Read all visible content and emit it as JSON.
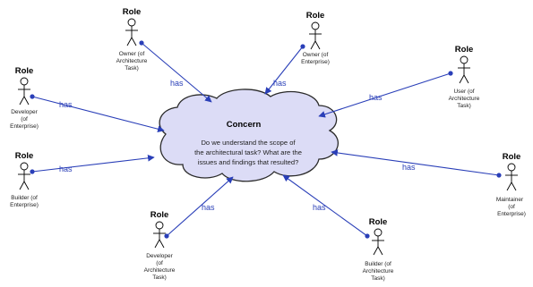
{
  "concern": {
    "title": "Concern",
    "lines": [
      "Do we understand the scope of",
      "the architectural task? What are the",
      "issues and findings that resulted?"
    ]
  },
  "roles": [
    {
      "id": "owner-task",
      "title": "Role",
      "desc": [
        "Owner (of",
        "Architecture",
        "Task)"
      ],
      "relation": "has"
    },
    {
      "id": "owner-enterprise",
      "title": "Role",
      "desc": [
        "Owner (of",
        "Enterprise)"
      ],
      "relation": "has"
    },
    {
      "id": "user-task",
      "title": "Role",
      "desc": [
        "User (of",
        "Architecture",
        "Task)"
      ],
      "relation": "has"
    },
    {
      "id": "developer-enterprise",
      "title": "Role",
      "desc": [
        "Developer",
        "(of",
        "Enterprise)"
      ],
      "relation": "has"
    },
    {
      "id": "builder-enterprise",
      "title": "Role",
      "desc": [
        "Builder (of",
        "Enterprise)"
      ],
      "relation": "has"
    },
    {
      "id": "maintainer-enterprise",
      "title": "Role",
      "desc": [
        "Maintainer",
        "(of",
        "Enterprise)"
      ],
      "relation": "has"
    },
    {
      "id": "developer-task",
      "title": "Role",
      "desc": [
        "Developer",
        "(of",
        "Architecture",
        "Task)"
      ],
      "relation": "has"
    },
    {
      "id": "builder-task",
      "title": "Role",
      "desc": [
        "Builder (of",
        "Architecture",
        "Task)"
      ],
      "relation": "has"
    }
  ],
  "colors": {
    "cloud_fill": "#dcdcf6",
    "cloud_stroke": "#2a2a2a",
    "arrow": "#2a3fb8"
  }
}
